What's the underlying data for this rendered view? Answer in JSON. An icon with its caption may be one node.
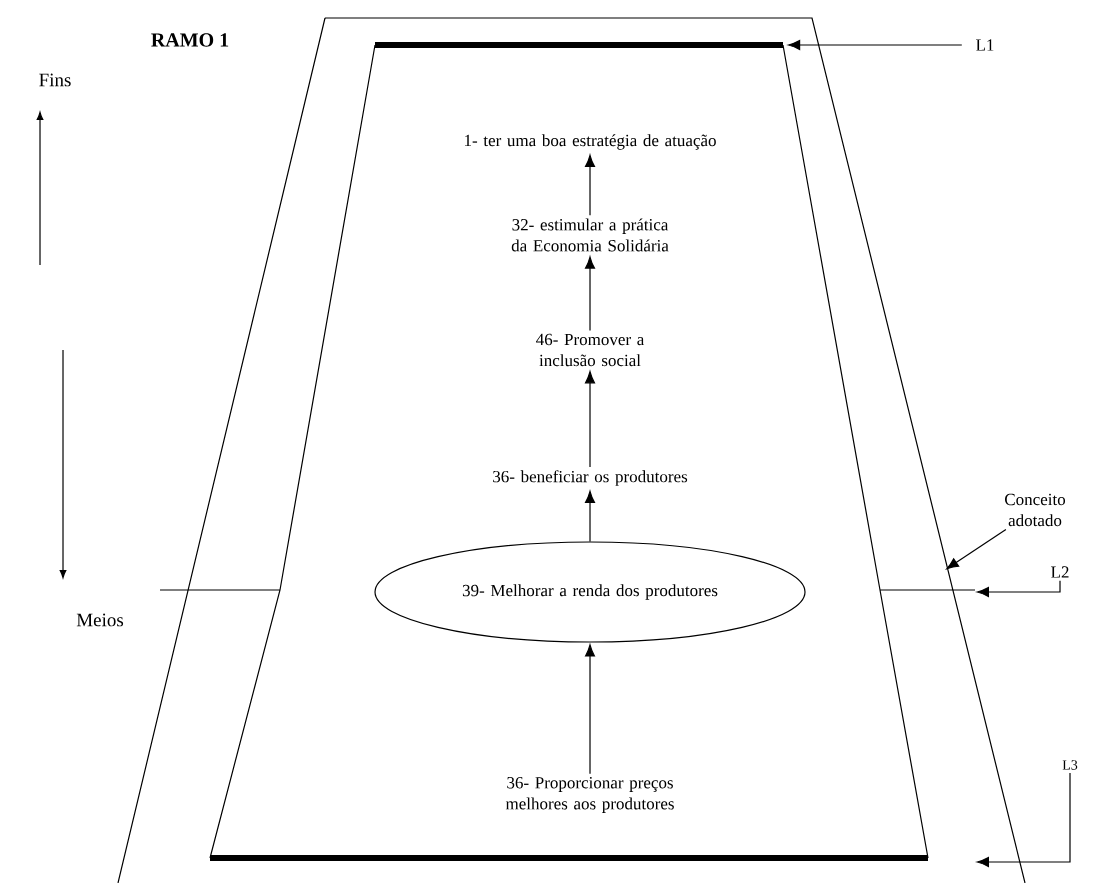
{
  "diagram": {
    "title": "RAMO 1",
    "nodes": [
      {
        "text": [
          "1- ter uma boa estratégia de atuação"
        ]
      },
      {
        "text": [
          "32- estimular a prática da Economia Solidária"
        ]
      },
      {
        "text": [
          "46- Promover a inclusão social"
        ]
      },
      {
        "text": [
          "36- beneficiar os produtores"
        ]
      },
      {
        "text": [
          "39- Melhorar a renda dos produtores"
        ]
      },
      {
        "text": [
          "36- Proporcionar preços melhores aos produtores"
        ]
      },
      {
        "text": [
          "L1"
        ]
      },
      {
        "text": [],
        "shape": "bar"
      },
      {
        "text": [
          "Conceito adotado"
        ]
      },
      {
        "text": [
          "L2"
        ]
      },
      {
        "text": [
          "L3"
        ]
      }
    ],
    "edges": [
      {
        "from": 5,
        "to": 4,
        "arrow": "to"
      },
      {
        "from": 4,
        "to": 3,
        "arrow": "to"
      },
      {
        "from": 3,
        "to": 2,
        "arrow": "to"
      },
      {
        "from": 2,
        "to": 1,
        "arrow": "to"
      },
      {
        "from": 1,
        "to": 0,
        "arrow": "to"
      },
      {
        "from": 6,
        "to": 7,
        "arrow": "to"
      },
      {
        "from": 8,
        "to": null,
        "arrow": "to"
      },
      {
        "from": 9,
        "to": null,
        "arrow": "to"
      },
      {
        "from": 10,
        "to": null,
        "arrow": "to"
      }
    ],
    "labels": [
      "Fins",
      "Meios"
    ]
  }
}
